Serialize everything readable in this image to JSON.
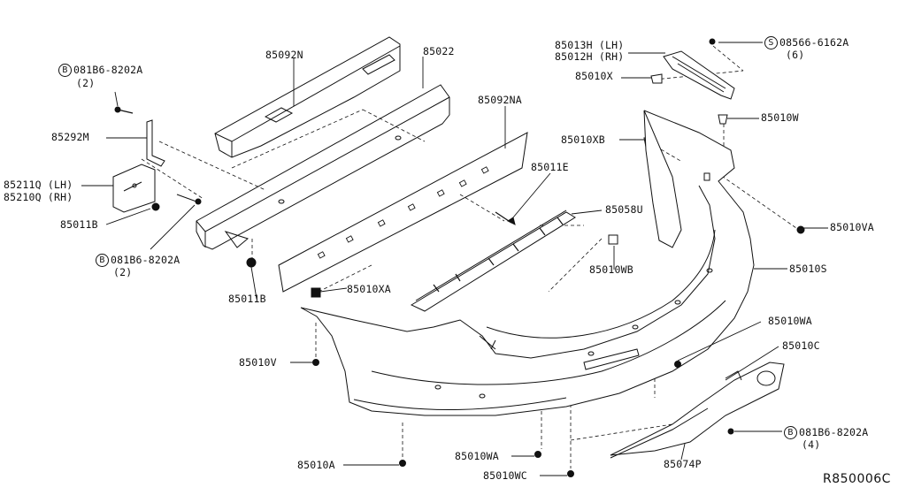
{
  "diagram": {
    "reference": "R850006C",
    "labels": {
      "p85092N": "85092N",
      "p85022": "85022",
      "p85092NA": "85092NA",
      "p85292M": "85292M",
      "b_top_code": "081B6-8202A",
      "b_top_qty": "(2)",
      "p85211Q": "85211Q (LH)",
      "p85210Q": "85210Q (RH)",
      "p85011B_left": "85011B",
      "b_mid_code": "081B6-8202A",
      "b_mid_qty": "(2)",
      "p85011B_bottom": "85011B",
      "p85011E": "85011E",
      "p85058U": "85058U",
      "p85010WB": "85010WB",
      "p85010XA": "85010XA",
      "p85013H": "85013H (LH)",
      "p85012H": "85012H (RH)",
      "p85010X": "85010X",
      "s_code": "08566-6162A",
      "s_qty": "(6)",
      "p85010W": "85010W",
      "p85010XB": "85010XB",
      "p85010VA": "85010VA",
      "p85010S": "85010S",
      "p85010WA_right": "85010WA",
      "p85010C": "85010C",
      "b_right_code": "081B6-8202A",
      "b_right_qty": "(4)",
      "p85074P": "85074P",
      "p85010V": "85010V",
      "p85010A": "85010A",
      "p85010WA_bottom": "85010WA",
      "p85010WC": "85010WC"
    },
    "badges": {
      "bolt": "B",
      "screw": "S"
    }
  }
}
